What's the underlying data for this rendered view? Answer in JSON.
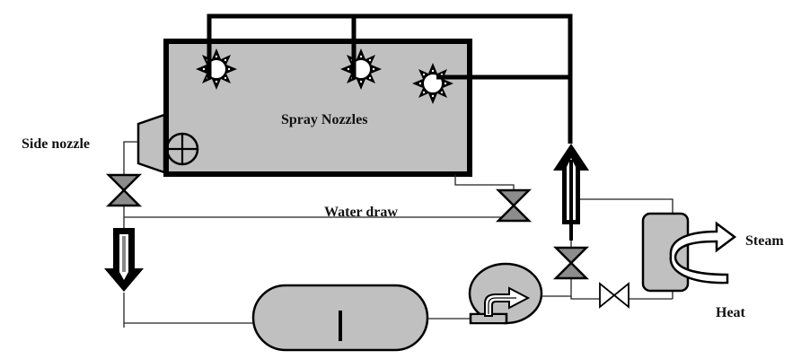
{
  "diagram": {
    "title": "Spray tank with side nozzle, water draw, pump and steam heat exchanger loop",
    "labels": {
      "spray_nozzles": "Spray Nozzles",
      "side_nozzle": "Side nozzle",
      "water_draw": "Water draw",
      "steam": "Steam",
      "heat": "Heat"
    },
    "components": [
      {
        "id": "tank",
        "label": "Spray Nozzles"
      },
      {
        "id": "spray-nozzle-1"
      },
      {
        "id": "spray-nozzle-2"
      },
      {
        "id": "spray-nozzle-3"
      },
      {
        "id": "side-nozzle",
        "label": "Side nozzle"
      },
      {
        "id": "valve-side-nozzle"
      },
      {
        "id": "valve-water-draw",
        "label": "Water draw"
      },
      {
        "id": "flow-arrow-down"
      },
      {
        "id": "storage-vessel"
      },
      {
        "id": "pump"
      },
      {
        "id": "valve-pump-discharge"
      },
      {
        "id": "flow-arrow-up"
      },
      {
        "id": "valve-bypass"
      },
      {
        "id": "heat-exchanger",
        "label": "Steam / Heat"
      }
    ],
    "colors": {
      "equipment_fill": "#c0c0c0",
      "valve_fill": "#8c8c8c",
      "line": "#000000"
    }
  }
}
